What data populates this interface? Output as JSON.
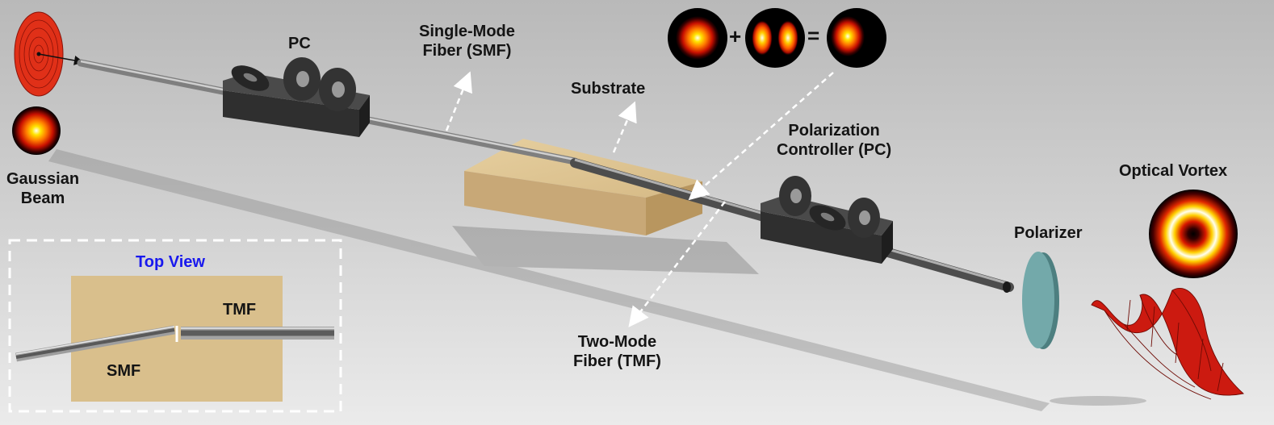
{
  "labels": {
    "pc_top": "PC",
    "smf": [
      "Single-Mode",
      "Fiber (SMF)"
    ],
    "substrate": "Substrate",
    "polarization_controller": [
      "Polarization",
      "Controller (PC)"
    ],
    "gaussian": [
      "Gaussian",
      "Beam"
    ],
    "tmf": [
      "Two-Mode",
      "Fiber (TMF)"
    ],
    "polarizer": "Polarizer",
    "optical_vortex": "Optical Vortex"
  },
  "equation": {
    "plus": "+",
    "equals": "="
  },
  "inset": {
    "title": "Top View",
    "tmf": "TMF",
    "smf": "SMF"
  },
  "colors": {
    "substrate": "#d8bc8a",
    "mount": "#2e2e2e",
    "polarizer": "#6a9fa0",
    "mesh_red": "#cc1a10",
    "inset_title": "#1919ee",
    "arrow": "#ffffff"
  }
}
